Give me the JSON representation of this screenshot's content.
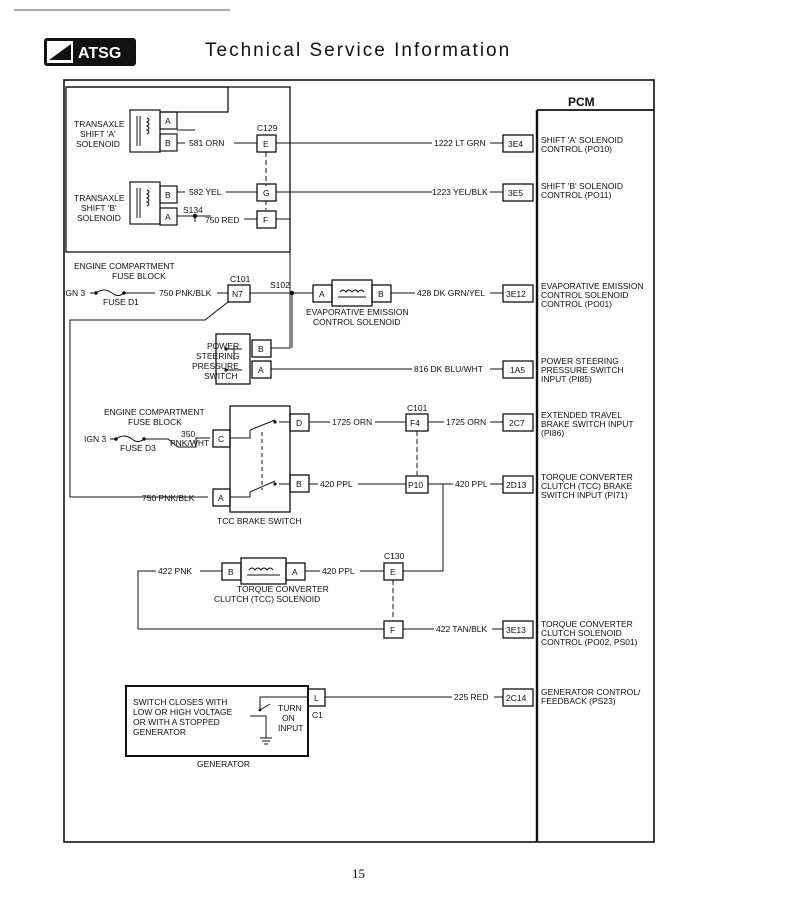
{
  "header": {
    "logo_text": "ATSG",
    "title": "Technical Service Information"
  },
  "pcm": {
    "title": "PCM",
    "pins": [
      {
        "pin": "3E4",
        "wire": "1222 LT GRN",
        "desc": [
          "SHIFT 'A' SOLENOID",
          "CONTROL (PO10)"
        ]
      },
      {
        "pin": "3E5",
        "wire": "1223 YEL/BLK",
        "desc": [
          "SHIFT 'B' SOLENOID",
          "CONTROL (PO11)"
        ]
      },
      {
        "pin": "3E12",
        "wire": "428 DK GRN/YEL",
        "desc": [
          "EVAPORATIVE EMISSION",
          "CONTROL SOLENOID",
          "CONTROL (PO01)"
        ]
      },
      {
        "pin": "1A5",
        "wire": "816 DK BLU/WHT",
        "desc": [
          "POWER STEERING",
          "PRESSURE SWITCH",
          "INPUT (PI85)"
        ]
      },
      {
        "pin": "2C7",
        "wire": "1725 ORN",
        "desc": [
          "EXTENDED TRAVEL",
          "BRAKE SWITCH INPUT",
          "(PI86)"
        ]
      },
      {
        "pin": "2D13",
        "wire": "420 PPL",
        "desc": [
          "TORQUE CONVERTER",
          "CLUTCH (TCC) BRAKE",
          "SWITCH INPUT  (PI71)"
        ]
      },
      {
        "pin": "3E13",
        "wire": "422 TAN/BLK",
        "desc": [
          "TORQUE CONVERTER",
          "CLUTCH SOLENOID",
          "CONTROL (PO02, PS01)"
        ]
      },
      {
        "pin": "2C14",
        "wire": "225 RED",
        "desc": [
          "GENERATOR CONTROL/",
          "FEEDBACK (PS23)"
        ]
      }
    ]
  },
  "components": {
    "shift_a": [
      "TRANSAXLE",
      "SHIFT 'A'",
      "SOLENOID"
    ],
    "shift_b": [
      "TRANSAXLE",
      "SHIFT 'B'",
      "SOLENOID"
    ],
    "fuse_block_1": [
      "ENGINE COMPARTMENT",
      "FUSE BLOCK"
    ],
    "fuse_block_2": [
      "ENGINE COMPARTMENT",
      "FUSE BLOCK"
    ],
    "evap": [
      "EVAPORATIVE EMISSION",
      "CONTROL SOLENOID"
    ],
    "ps_switch": [
      "POWER",
      "STEERING",
      "PRESSURE",
      "SWITCH"
    ],
    "tcc_brake_switch": "TCC BRAKE SWITCH",
    "tcc_solenoid": [
      "TORQUE CONVERTER",
      "CLUTCH (TCC) SOLENOID"
    ],
    "generator": "GENERATOR",
    "generator_note": [
      "SWITCH CLOSES WITH",
      "LOW OR HIGH VOLTAGE",
      "OR WITH A STOPPED",
      "GENERATOR"
    ],
    "turn_on_input": [
      "TURN",
      "ON",
      "INPUT"
    ]
  },
  "connectors": {
    "c129": "C129",
    "c101a": "C101",
    "c101b": "C101",
    "c130": "C130",
    "s134": "S134",
    "s102": "S102",
    "c1": "C1"
  },
  "pins_letters": {
    "a": "A",
    "b": "B",
    "c": "C",
    "d": "D",
    "e": "E",
    "f": "F",
    "g": "G",
    "l": "L",
    "n7": "N7",
    "f4": "F4",
    "p10": "P10"
  },
  "wires": {
    "w581": "581 ORN",
    "w582": "582 YEL",
    "w750_red": "750 RED",
    "w750_pnkblk_top": "750 PNK/BLK",
    "w750_pnkblk_bot": "750 PNK/BLK",
    "w1725": "1725 ORN",
    "w420_a": "420 PPL",
    "w420_b": "420 PPL",
    "w422pnk": "422 PNK",
    "w350": "350",
    "w350c": "PNK/WHT",
    "ign3a": "IGN 3",
    "ign3b": "IGN 3",
    "fuse_d1": "FUSE D1",
    "fuse_d3": "FUSE D3"
  },
  "page_number": "15"
}
